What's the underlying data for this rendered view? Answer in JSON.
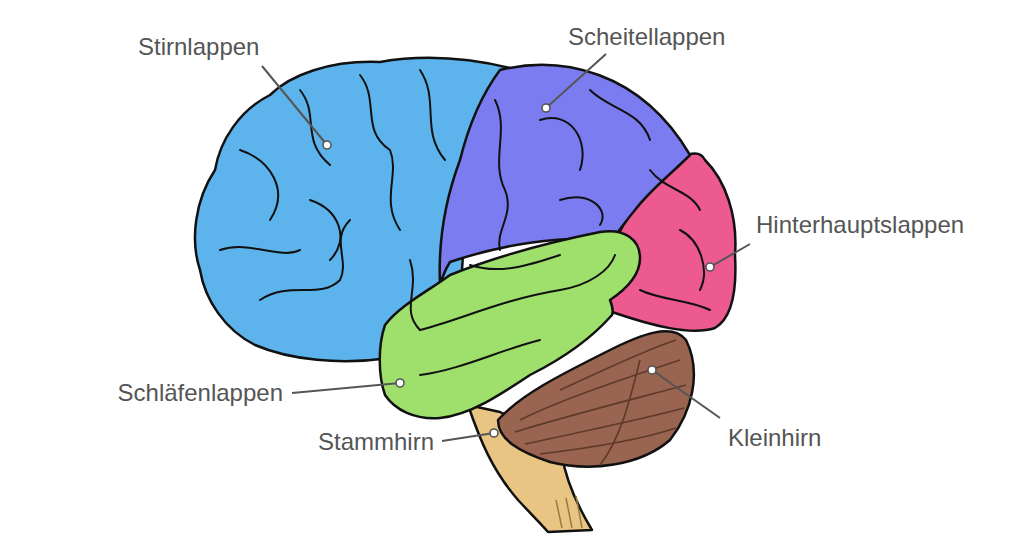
{
  "diagram": {
    "labels": [
      "Stirnlappen",
      "Scheitellappen",
      "Hinterhauptslappen",
      "Schläfenlappen",
      "Stammhirn",
      "Kleinhirn"
    ]
  }
}
